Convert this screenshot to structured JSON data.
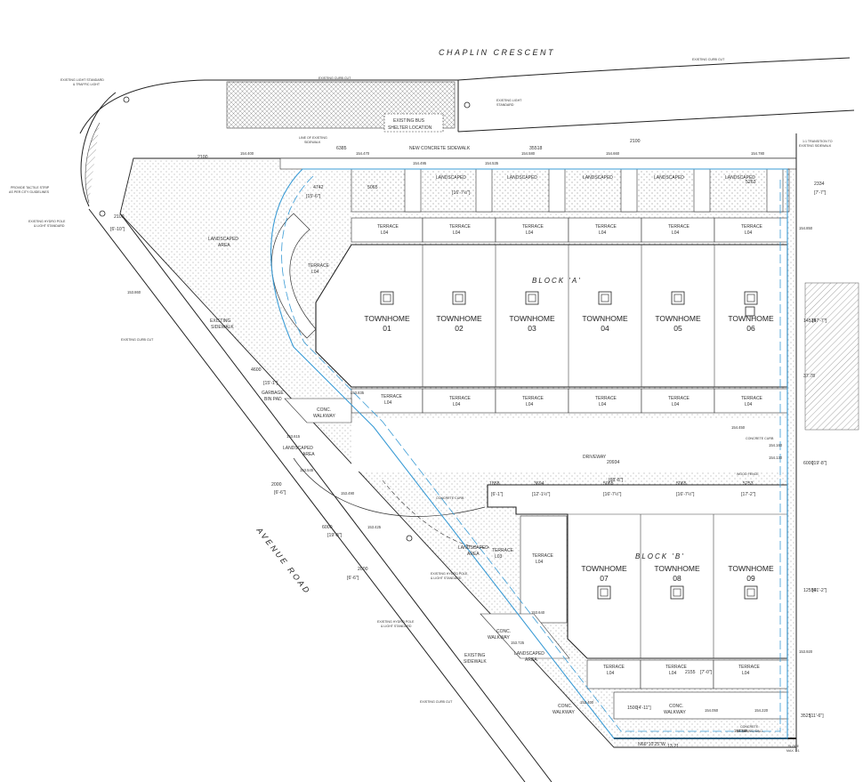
{
  "streets": {
    "north": "CHAPLIN CRESCENT",
    "southwest": "AVENUE ROAD"
  },
  "blocks": [
    {
      "label": "BLOCK 'A'",
      "units": [
        {
          "name": "TOWNHOME",
          "num": "01"
        },
        {
          "name": "TOWNHOME",
          "num": "02"
        },
        {
          "name": "TOWNHOME",
          "num": "03"
        },
        {
          "name": "TOWNHOME",
          "num": "04"
        },
        {
          "name": "TOWNHOME",
          "num": "05"
        },
        {
          "name": "TOWNHOME",
          "num": "06"
        }
      ]
    },
    {
      "label": "BLOCK 'B'",
      "units": [
        {
          "name": "TOWNHOME",
          "num": "07"
        },
        {
          "name": "TOWNHOME",
          "num": "08"
        },
        {
          "name": "TOWNHOME",
          "num": "09"
        }
      ]
    }
  ],
  "terraces": {
    "a": "TERRACE",
    "level_a": "L04",
    "level_b": "L03"
  },
  "labels": {
    "driveway": "DRIVEWAY",
    "new_sidewalk": "NEW CONCRETE SIDEWALK",
    "landscaped": "LANDSCAPED",
    "area": "AREA",
    "existing": "EXISTING",
    "sidewalk": "SIDEWALK",
    "conc": "CONC.",
    "walkway": "WALKWAY",
    "garbage": "GARBAGE",
    "bin_pad": "BIN PAD",
    "existing_bus": "EXISTING BUS",
    "shelter": "SHELTER LOCATION"
  },
  "notes": {
    "curb_cut_top": "EXISTING CURB CUT",
    "curb_cut_right": "EXISTING CURB CUT",
    "light_std_tl": "EXISTING LIGHT STANDARD",
    "traffic_light": "& TRAFFIC LIGHT",
    "light_std_mid": "EXISTING LIGHT",
    "light_std_mid2": "STANDARD",
    "tactile": "PROVIDE TACTILE STRIP",
    "tactile2": "AS PER CITY GUIDELINES",
    "hydro_pole": "EXISTING HYDRO POLE",
    "hydro_pole2": "& LIGHT STANDARD",
    "curb_cut_left": "EXISTING CURB CUT",
    "concrete_curb": "CONCRETE CURB",
    "concrete_curb_r": "CONCRETE CURB",
    "wood_fence": "WOOD FENCE",
    "hydro_pole_mid": "EXISTING HYDRO POLE",
    "hydro_pole_mid2": "& LIGHT STANDARD",
    "curb_cut_bottom": "EXISTING CURB CUT",
    "retaining": "CONCRETE",
    "retaining2": "RETAINING WALL",
    "slope": "SLOPE",
    "slope2": "MAX. 3:1",
    "line_existing": "LINE OF EXISTING",
    "line_existing2": "SIDEWALK",
    "transition": "1:1 TRANSITION TO",
    "transition2": "EXISTING SIDEWALK",
    "bearing": "N66°10'25\"W"
  },
  "dimensions": {
    "sidewalk_len": "35518",
    "d2100a": "2100",
    "d2100b": "2100",
    "d2100c": "2100",
    "d6_10": "[6'-10\"]",
    "d4742": "4742",
    "d15_6": "[15'-6\"]",
    "d5065": "5065",
    "d16_7": "[16'-7½\"]",
    "d5263": "5263",
    "d2334": "2334",
    "d7_7": "[7'-7\"]",
    "d6385": "6385",
    "d20934": "20934",
    "d68_8": "[68'-8\"]",
    "d1858": "1858",
    "d6_1": "[6'-1\"]",
    "d3694": "3694",
    "d12_1": "[12'-1½\"]",
    "d5253": "5253",
    "d17_2": "[17'-2\"]",
    "d6000": "6000",
    "d19_8": "[19'-8\"]",
    "d12550": "12550",
    "d41_2": "[41'-2\"]",
    "d14515": "14515",
    "d47_7": "[47'-7\"]",
    "d3525": "3525",
    "d11_6": "[11'-6\"]",
    "d2000a": "2000",
    "d6_6": "[6'-6\"]",
    "d6000b": "6000",
    "d19_8b": "[19'-8\"]",
    "d2000b": "2000",
    "d6_6b": "[6'-6\"]",
    "d4600": "4600",
    "d15_1": "[15'-1\"]",
    "d2155": "2155",
    "d7_0": "[7'-0\"]",
    "d1500": "1500",
    "d4_11": "[4'-11\"]",
    "d13_21": "13.21",
    "d37_78": "37.78"
  },
  "elevations": {
    "e154400": "154.400",
    "e154470": "154.470",
    "e154495": "154.495",
    "e154535": "154.535",
    "e154580": "154.580",
    "e154660": "154.660",
    "e154780": "154.780",
    "e154850": "154.850",
    "e153860": "153.860",
    "e153835": "153.835",
    "e153615": "153.615",
    "e153545": "153.545",
    "e153490": "153.490",
    "e153425": "153.425",
    "e153640": "153.640",
    "e153725": "153.725",
    "e153400": "153.400",
    "e154450": "154.450",
    "e154160": "154.160",
    "e154130": "154.130",
    "e153920": "153.920",
    "e154050": "154.050",
    "e154220": "154.220",
    "e153290": "153.290"
  },
  "colors": {
    "line": "#222222",
    "path": "#3a9bd5",
    "hatch": "#555555"
  }
}
